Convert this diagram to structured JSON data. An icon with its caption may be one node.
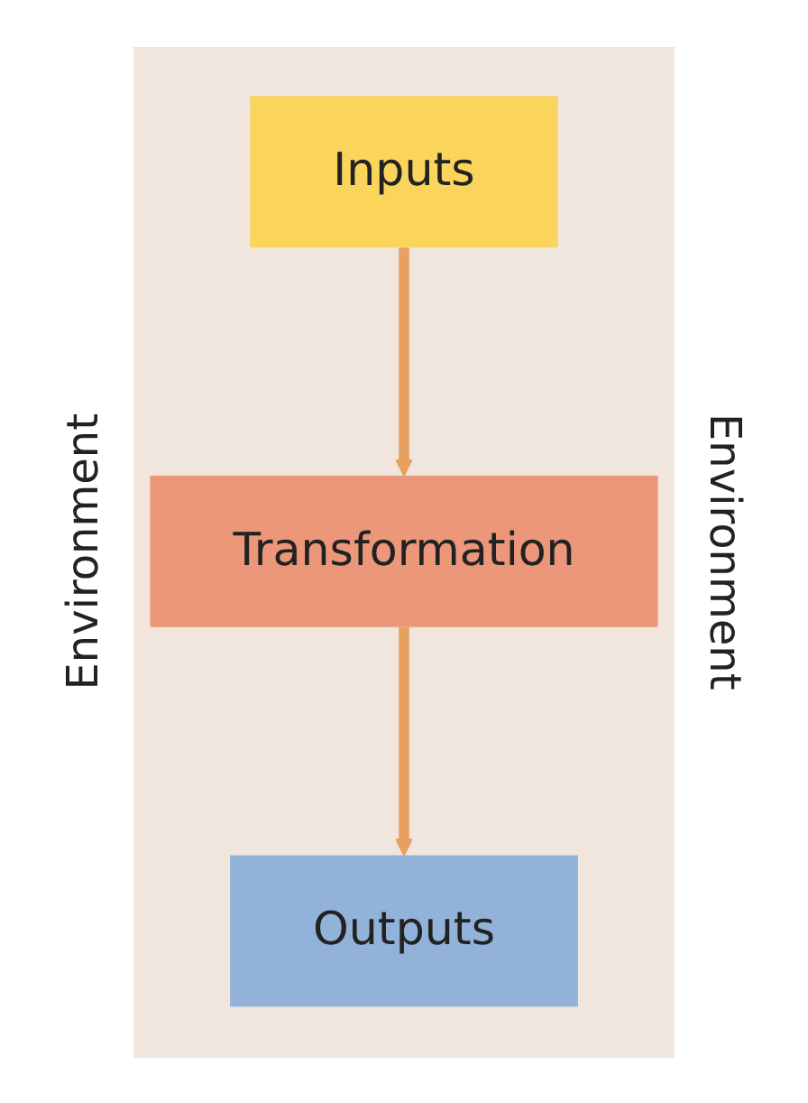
{
  "diagram": {
    "nodes": [
      {
        "text": [
          "Inputs"
        ]
      },
      {
        "text": [
          "Transformation"
        ]
      },
      {
        "text": [
          "Outputs"
        ]
      }
    ],
    "edges": [
      {
        "from": 0,
        "to": 1,
        "arrow": "to"
      },
      {
        "from": 1,
        "to": 2,
        "arrow": "to"
      }
    ],
    "labels": [
      "Environment",
      "Environment"
    ]
  }
}
